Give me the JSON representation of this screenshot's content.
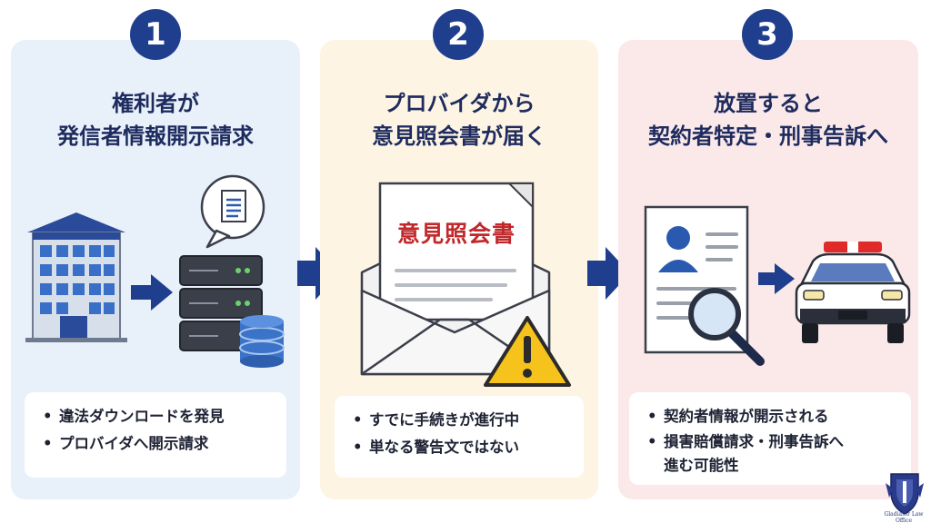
{
  "steps": [
    {
      "number": "1",
      "title_line1": "権利者が",
      "title_line2": "発信者情報開示請求",
      "bullets": [
        "違法ダウンロードを発見",
        "プロバイダへ開示請求"
      ]
    },
    {
      "number": "2",
      "title_line1": "プロバイダから",
      "title_line2": "意見照会書が届く",
      "document_label": "意見照会書",
      "bullets": [
        "すでに手続きが進行中",
        "単なる警告文ではない"
      ]
    },
    {
      "number": "3",
      "title_line1": "放置すると",
      "title_line2": "契約者特定・刑事告訴へ",
      "bullets": [
        "契約者情報が開示される",
        "損害賠償請求・刑事告訴へ",
        "進む可能性"
      ]
    }
  ],
  "colors": {
    "navy": "#1f3f8e",
    "panel1": "#e8f0fa",
    "panel2": "#fdf4e3",
    "panel3": "#fbe9e9",
    "document_red": "#c0282b",
    "warning_yellow": "#f6c21c"
  },
  "icons": [
    "building-icon",
    "server-icon",
    "database-icon",
    "document-bubble-icon",
    "envelope-icon",
    "warning-icon",
    "profile-document-icon",
    "magnifier-icon",
    "police-car-icon",
    "arrow-right-icon"
  ],
  "logo": {
    "text": "Gladiator Law Office"
  }
}
